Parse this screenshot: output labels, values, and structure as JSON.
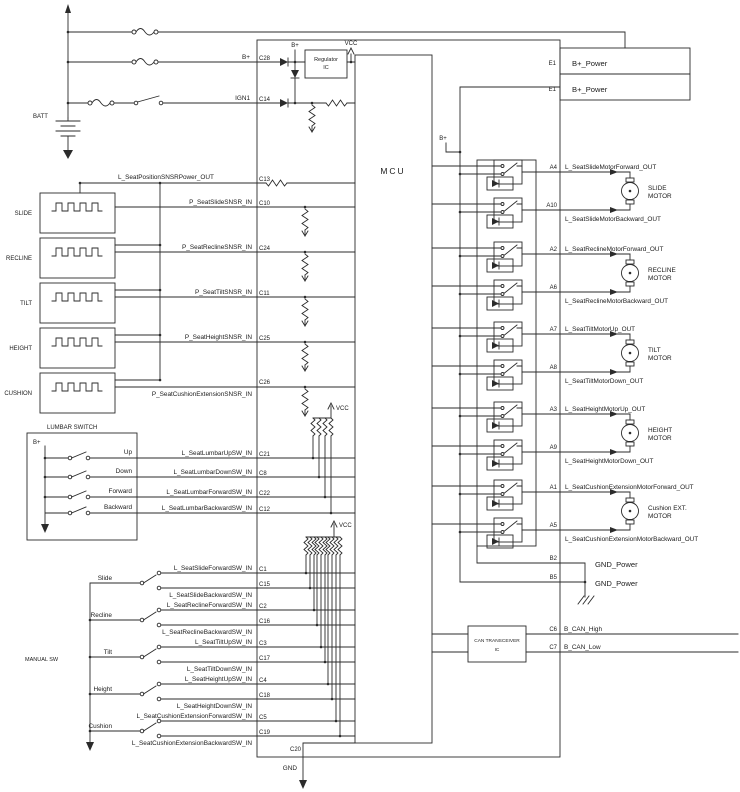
{
  "left": {
    "battery_label": "BATT",
    "b_plus_label": "B+",
    "ign_label": "IGN1"
  },
  "module": {
    "b_plus_pin": "C28",
    "ign_pin": "C14",
    "b_plus_node_label": "B+",
    "regulator_line1": "Regulator",
    "regulator_line2": "IC",
    "vcc_label": "VCC",
    "mcu_label": "MCU",
    "relay_b_plus_label": "B+",
    "gnd_pin": "C20",
    "gnd_label": "GND"
  },
  "sensors": {
    "power_signal": "L_SeatPositionSNSRPower_OUT",
    "power_pin": "C13",
    "rows": [
      {
        "name": "SLIDE",
        "signal": "P_SeatSlideSNSR_IN",
        "pin": "C10"
      },
      {
        "name": "RECLINE",
        "signal": "P_SeatReclineSNSR_IN",
        "pin": "C24"
      },
      {
        "name": "TILT",
        "signal": "P_SeatTiltSNSR_IN",
        "pin": "C11"
      },
      {
        "name": "HEIGHT",
        "signal": "P_SeatHeightSNSR_IN",
        "pin": "C25"
      },
      {
        "name": "CUSHION",
        "signal": "P_SeatCushionExtensionSNSR_IN",
        "pin": "C26"
      }
    ]
  },
  "lumbar": {
    "title": "LUMBAR SWITCH",
    "b_plus_label": "B+",
    "vcc_label": "VCC",
    "rows": [
      {
        "name": "Up",
        "signal": "L_SeatLumbarUpSW_IN",
        "pin": "C21"
      },
      {
        "name": "Down",
        "signal": "L_SeatLumbarDownSW_IN",
        "pin": "C8"
      },
      {
        "name": "Forward",
        "signal": "L_SeatLumbarForwardSW_IN",
        "pin": "C22"
      },
      {
        "name": "Backward",
        "signal": "L_SeatLumbarBackwardSW_IN",
        "pin": "C12"
      }
    ]
  },
  "manual": {
    "title": "MANUAL SW",
    "vcc_label": "VCC",
    "groups": [
      {
        "name": "Slide",
        "fwd_signal": "L_SeatSlideForwardSW_IN",
        "fwd_pin": "C1",
        "back_signal": "L_SeatSlideBackwardSW_IN",
        "back_pin": "C15"
      },
      {
        "name": "Recline",
        "fwd_signal": "L_SeatReclineForwardSW_IN",
        "fwd_pin": "C2",
        "back_signal": "L_SeatReclineBackwardSW_IN",
        "back_pin": "C16"
      },
      {
        "name": "Tilt",
        "fwd_signal": "L_SeatTiltUpSW_IN",
        "fwd_pin": "C3",
        "back_signal": "L_SeatTiltDownSW_IN",
        "back_pin": "C17"
      },
      {
        "name": "Height",
        "fwd_signal": "L_SeatHeightUpSW_IN",
        "fwd_pin": "C4",
        "back_signal": "L_SeatHeightDownSW_IN",
        "back_pin": "C18"
      },
      {
        "name": "Cushion",
        "fwd_signal": "L_SeatCushionExtensionForwardSW_IN",
        "fwd_pin": "C5",
        "back_signal": "L_SeatCushionExtensionBackwardSW_IN",
        "back_pin": "C19"
      }
    ]
  },
  "power_out": {
    "rows": [
      {
        "pin": "E1",
        "label": "B+_Power"
      },
      {
        "pin": "E1",
        "label": "B+_Power"
      }
    ]
  },
  "motors": [
    {
      "fwd_pin": "A4",
      "fwd_signal": "L_SeatSlideMotorForward_OUT",
      "back_pin": "A10",
      "back_signal": "L_SeatSlideMotorBackward_OUT",
      "name1": "SLIDE",
      "name2": "MOTOR"
    },
    {
      "fwd_pin": "A2",
      "fwd_signal": "L_SeatReclineMotorForward_OUT",
      "back_pin": "A6",
      "back_signal": "L_SeatReclineMotorBackward_OUT",
      "name1": "RECLINE",
      "name2": "MOTOR"
    },
    {
      "fwd_pin": "A7",
      "fwd_signal": "L_SeatTiltMotorUp_OUT",
      "back_pin": "A8",
      "back_signal": "L_SeatTiltMotorDown_OUT",
      "name1": "TILT",
      "name2": "MOTOR"
    },
    {
      "fwd_pin": "A3",
      "fwd_signal": "L_SeatHeightMotorUp_OUT",
      "back_pin": "A9",
      "back_signal": "L_SeatHeightMotorDown_OUT",
      "name1": "HEIGHT",
      "name2": "MOTOR"
    },
    {
      "fwd_pin": "A1",
      "fwd_signal": "L_SeatCushionExtensionMotorForward_OUT",
      "back_pin": "A5",
      "back_signal": "L_SeatCushionExtensionMotorBackward_OUT",
      "name1": "Cushion EXT.",
      "name2": "MOTOR"
    }
  ],
  "ground_out": {
    "rows": [
      {
        "pin": "B2",
        "label": "GND_Power"
      },
      {
        "pin": "B5",
        "label": "GND_Power"
      }
    ]
  },
  "can": {
    "ic_line1": "CAN TRANSCEIVER",
    "ic_line2": "IC",
    "rows": [
      {
        "pin": "C6",
        "label": "B_CAN_High"
      },
      {
        "pin": "C7",
        "label": "B_CAN_Low"
      }
    ]
  }
}
